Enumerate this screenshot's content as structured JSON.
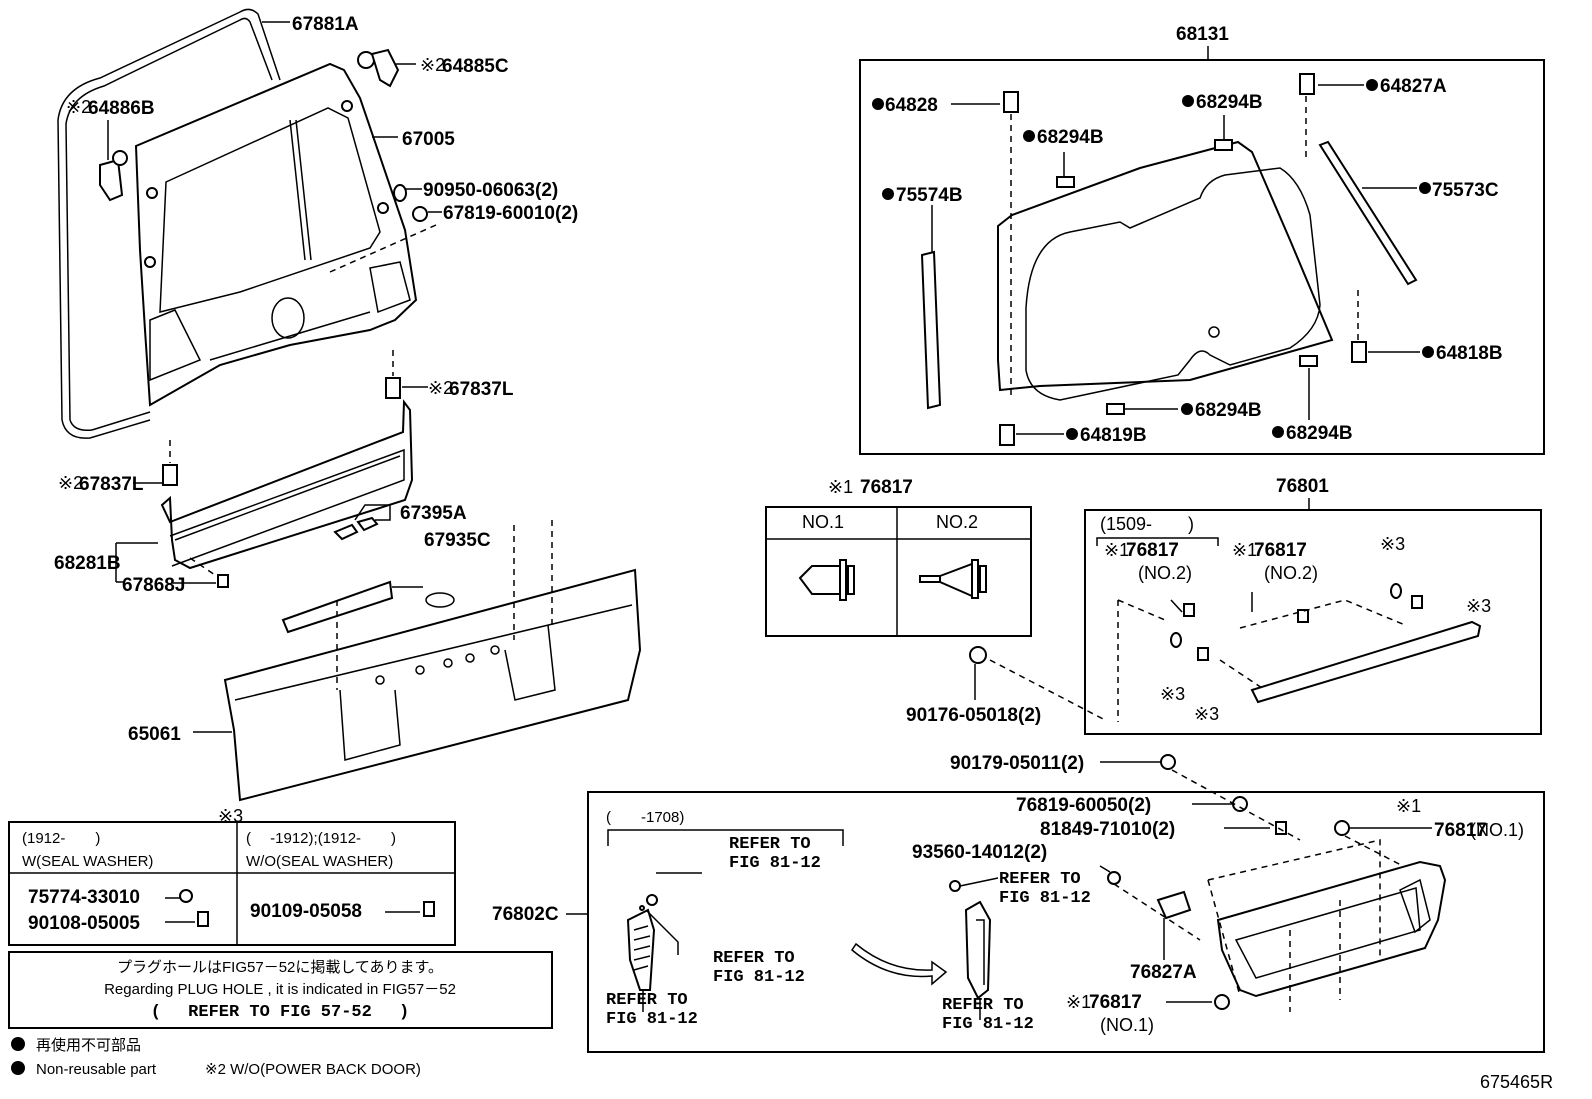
{
  "figure_id": "675465R",
  "colors": {
    "ink": "#000000",
    "paper": "#ffffff"
  },
  "left_group": {
    "labels": {
      "weatherstrip": "67881A",
      "hinge_left": "64886B",
      "hinge_left_mark": "※2",
      "hinge_right": "64885C",
      "hinge_right_mark": "※2",
      "back_door_panel": "67005",
      "plug": "90950-06063(2)",
      "cushion": "67819-60010(2)",
      "bracket_right": "67837L",
      "bracket_right_mark": "※2",
      "bracket_left": "67837L",
      "bracket_left_mark": "※2",
      "trim_set": "68281B",
      "clip": "67868J",
      "tape": "67395A",
      "garnish_upper": "67935C",
      "lower_trim": "65061"
    }
  },
  "glass_group": {
    "title": "68131",
    "labels": [
      {
        "id": "stopper-top-left",
        "text": "64828",
        "nonreusable": true
      },
      {
        "id": "spacer-1",
        "text": "68294B",
        "nonreusable": true
      },
      {
        "id": "spacer-2",
        "text": "68294B",
        "nonreusable": true
      },
      {
        "id": "stopper-top-right",
        "text": "64827A",
        "nonreusable": true
      },
      {
        "id": "molding-left",
        "text": "75574B",
        "nonreusable": true
      },
      {
        "id": "molding-right",
        "text": "75573C",
        "nonreusable": true
      },
      {
        "id": "stopper-bottom-right",
        "text": "64818B",
        "nonreusable": true
      },
      {
        "id": "spacer-3",
        "text": "68294B",
        "nonreusable": true
      },
      {
        "id": "stopper-bottom-left",
        "text": "64819B",
        "nonreusable": true
      },
      {
        "id": "spacer-4",
        "text": "68294B",
        "nonreusable": true
      }
    ]
  },
  "clip_table": {
    "title_mark": "※1",
    "title": "76817",
    "columns": [
      "NO.1",
      "NO.2"
    ]
  },
  "garnish_group": {
    "title": "76801",
    "date_range": "(1509-　　)",
    "clip_a_mark": "※1",
    "clip_a": "76817",
    "clip_a_no": "(NO.2)",
    "clip_b_mark": "※1",
    "clip_b": "76817",
    "clip_b_no": "(NO.2)",
    "washer_marks": [
      "※3",
      "※3",
      "※3",
      "※3"
    ],
    "nut_outside": "90176-05018(2)"
  },
  "seal_washer_table": {
    "mark": "※3",
    "columns": [
      {
        "date": "(1912-　　)",
        "header": "W(SEAL WASHER)",
        "parts": [
          "75774-33010",
          "90108-05005"
        ]
      },
      {
        "date": "(　 -1912);(1912-　　)",
        "header": "W/O(SEAL WASHER)",
        "parts": [
          "90109-05058"
        ]
      }
    ]
  },
  "note_box": {
    "jp": "プラグホールはFIG57－52に掲載してあります。",
    "en": "Regarding  PLUG HOLE , it is indicated  in  FIG57－52",
    "refer": "(　 REFER TO FIG 57-52 　)"
  },
  "legend": {
    "jp": "再使用不可部品",
    "en": "Non-reusable part",
    "note2": "※2 W/O(POWER BACK DOOR)"
  },
  "lamp_group": {
    "title": "76802C",
    "nut": "90179-05011(2)",
    "washer": "76819-60050(2)",
    "bolt": "81849-71010(2)",
    "clip_top_mark": "※1",
    "clip_top": "76817",
    "clip_top_no": "(NO.1)",
    "screw": "93560-14012(2)",
    "bracket": "76827A",
    "clip_bottom_mark": "※1",
    "clip_bottom": "76817",
    "clip_bottom_no": "(NO.1)",
    "date_range": "(　　-1708)",
    "refer_1a": "REFER TO",
    "refer_1b": "FIG 81-12",
    "refer_2a": "REFER TO",
    "refer_2b": "FIG 81-12",
    "refer_3a": "REFER TO",
    "refer_3b": "FIG 81-12",
    "refer_4a": "REFER TO",
    "refer_4b": "FIG 81-12",
    "refer_5a": "REFER TO",
    "refer_5b": "FIG 81-12"
  }
}
